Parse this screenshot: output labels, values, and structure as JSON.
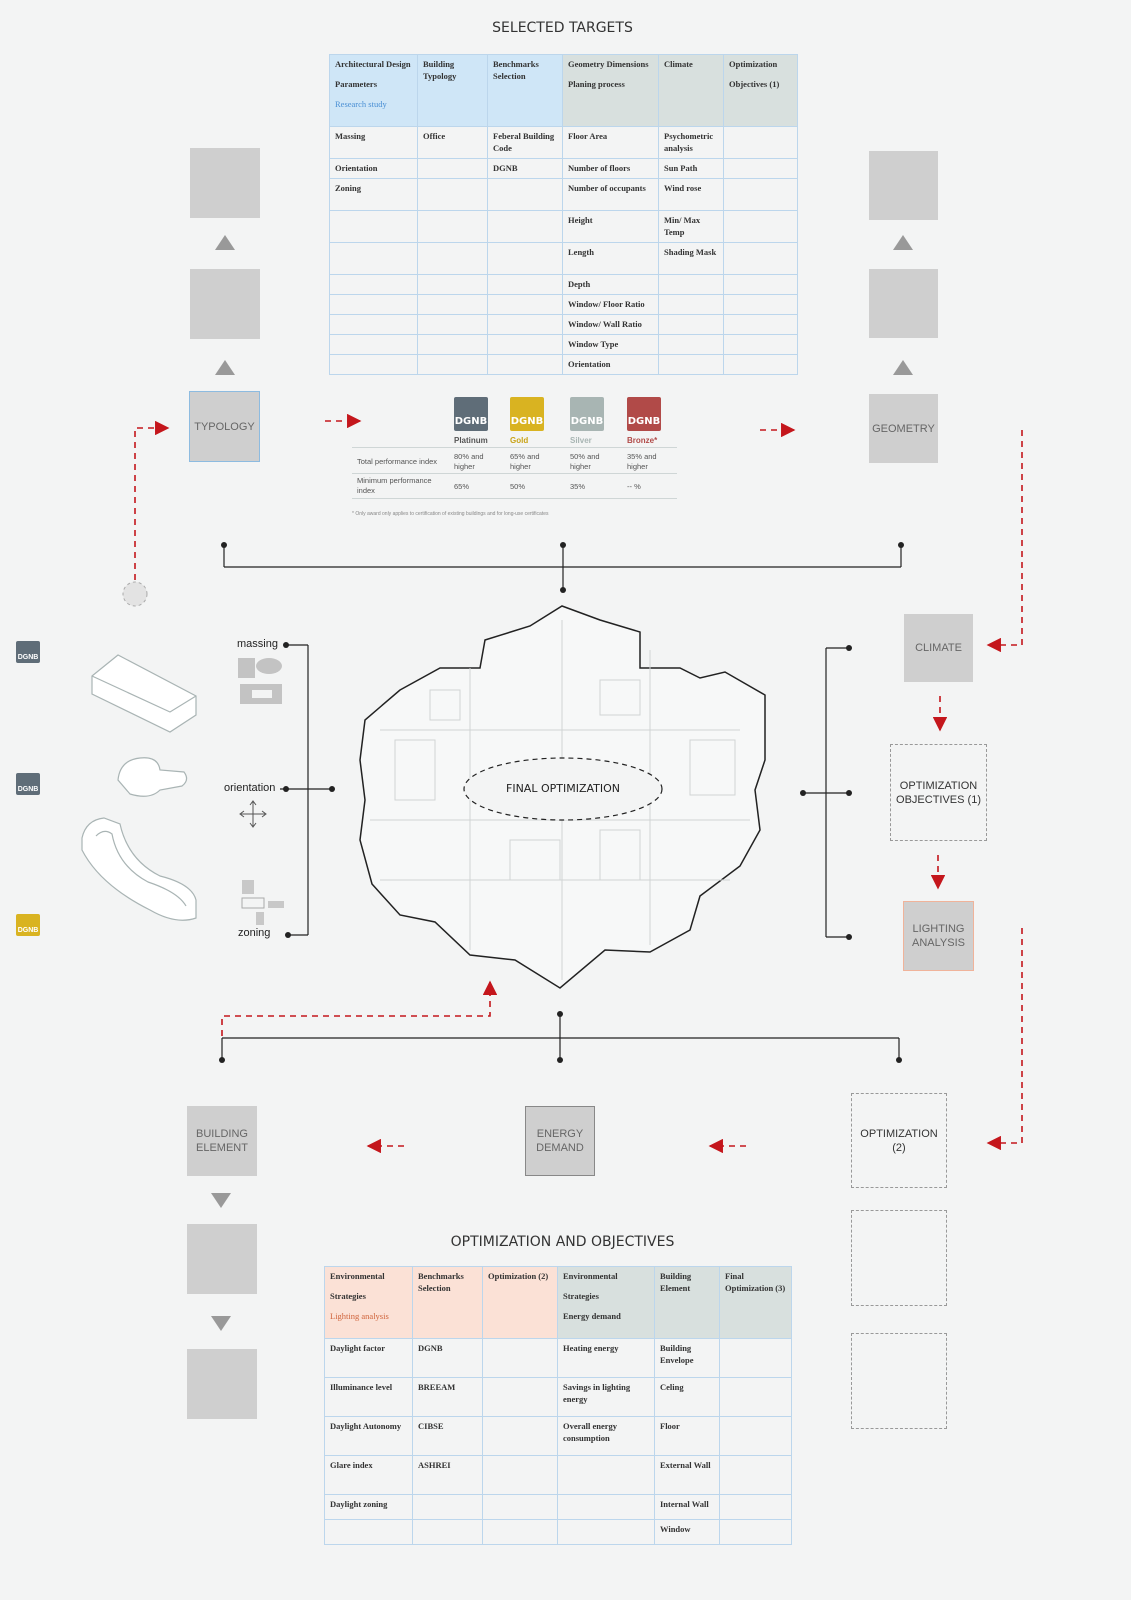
{
  "titles": {
    "selected_targets": "SELECTED TARGETS",
    "optimization_objectives": "OPTIMIZATION  AND OBJECTIVES",
    "final_optimization": "FINAL OPTIMIZATION"
  },
  "boxes": {
    "typology": "TYPOLOGY",
    "geometry": "GEOMETRY",
    "climate": "CLIMATE",
    "optimization_objectives_1_line1": "OPTIMIZATION",
    "optimization_objectives_1_line2": "OBJECTIVES (1)",
    "lighting_line1": "LIGHTING",
    "lighting_line2": "ANALYSIS",
    "optimization_2_line1": "OPTIMIZATION",
    "optimization_2_line2": "(2)",
    "energy_line1": "ENERGY",
    "energy_line2": "DEMAND",
    "building_line1": "BUILDING",
    "building_line2": "ELEMENT"
  },
  "labels": {
    "massing": "massing",
    "orientation": "orientation",
    "zoning": "zoning"
  },
  "top_table": {
    "headers": [
      {
        "lines": [
          "Architectural Design",
          "Parameters"
        ],
        "sub": "Research study"
      },
      {
        "lines": [
          "Building Typology"
        ],
        "sub": ""
      },
      {
        "lines": [
          "Benchmarks Selection"
        ],
        "sub": ""
      },
      {
        "lines": [
          "Geometry Dimensions"
        ],
        "sub": "Planing process"
      },
      {
        "lines": [
          "Climate"
        ],
        "sub": ""
      },
      {
        "lines": [
          "Optimization",
          "Objectives (1)"
        ],
        "sub": ""
      }
    ],
    "rows": [
      [
        "Massing",
        "Office",
        "Feberal Building Code",
        "Floor Area",
        "Psychometric analysis",
        ""
      ],
      [
        "Orientation",
        "",
        "DGNB",
        "Number of floors",
        "Sun Path",
        ""
      ],
      [
        "Zoning",
        "",
        "",
        "Number of occupants",
        "Wind rose",
        ""
      ],
      [
        "",
        "",
        "",
        "Height",
        "Min/ Max Temp",
        ""
      ],
      [
        "",
        "",
        "",
        "Length",
        "Shading Mask",
        ""
      ],
      [
        "",
        "",
        "",
        "Depth",
        "",
        ""
      ],
      [
        "",
        "",
        "",
        "Window/ Floor Ratio",
        "",
        ""
      ],
      [
        "",
        "",
        "",
        "Window/ Wall Ratio",
        "",
        ""
      ],
      [
        "",
        "",
        "",
        "Window Type",
        "",
        ""
      ],
      [
        "",
        "",
        "",
        "Orientation",
        "",
        ""
      ]
    ]
  },
  "dgnb": {
    "badge_text": "DGNB",
    "levels": [
      {
        "name": "Platinum",
        "color": "#5f6d78",
        "label_color": "#555555",
        "total": "80% and higher",
        "minimum": "65%"
      },
      {
        "name": "Gold",
        "color": "#d9b321",
        "label_color": "#c9a316",
        "total": "65% and higher",
        "minimum": "50%"
      },
      {
        "name": "Silver",
        "color": "#a8b5b3",
        "label_color": "#a8b5b3",
        "total": "50% and higher",
        "minimum": "35%"
      },
      {
        "name": "Bronze*",
        "color": "#b14a48",
        "label_color": "#b14a48",
        "total": "35% and higher",
        "minimum": "-- %"
      }
    ],
    "row_labels": [
      "Total performance index",
      "Minimum performance index"
    ],
    "footnote": "* Only award only applies to certification of existing buildings and for long-use certificates"
  },
  "side_badges": [
    {
      "text": "DGNB",
      "color": "#5f6d78"
    },
    {
      "text": "DGNB",
      "color": "#5f6d78"
    },
    {
      "text": "DGNB",
      "color": "#d9b321"
    }
  ],
  "bottom_table": {
    "headers": [
      {
        "lines": [
          "Environmental",
          "Strategies"
        ],
        "sub": "Lighting analysis",
        "style": "ho"
      },
      {
        "lines": [
          "Benchmarks Selection"
        ],
        "sub": "",
        "style": "ho"
      },
      {
        "lines": [
          "Optimization (2)"
        ],
        "sub": "",
        "style": "ho"
      },
      {
        "lines": [
          "Environmental",
          "Strategies"
        ],
        "sub": "Energy demand",
        "style": "hg"
      },
      {
        "lines": [
          "Building Element"
        ],
        "sub": "",
        "style": "hg"
      },
      {
        "lines": [
          "Final Optimization (3)"
        ],
        "sub": "",
        "style": "hg"
      }
    ],
    "rows": [
      [
        "Daylight factor",
        "DGNB",
        "",
        "Heating energy",
        "Building Envelope",
        ""
      ],
      [
        "Illuminance level",
        "BREEAM",
        "",
        "Savings in lighting energy",
        "Celing",
        ""
      ],
      [
        "Daylight Autonomy",
        "CIBSE",
        "",
        "Overall energy consumption",
        "Floor",
        ""
      ],
      [
        "Glare index",
        "ASHREI",
        "",
        "",
        "External Wall",
        ""
      ],
      [
        "Daylight zoning",
        "",
        "",
        "",
        "Internal Wall",
        ""
      ],
      [
        "",
        "",
        "",
        "",
        "Window",
        ""
      ]
    ]
  }
}
